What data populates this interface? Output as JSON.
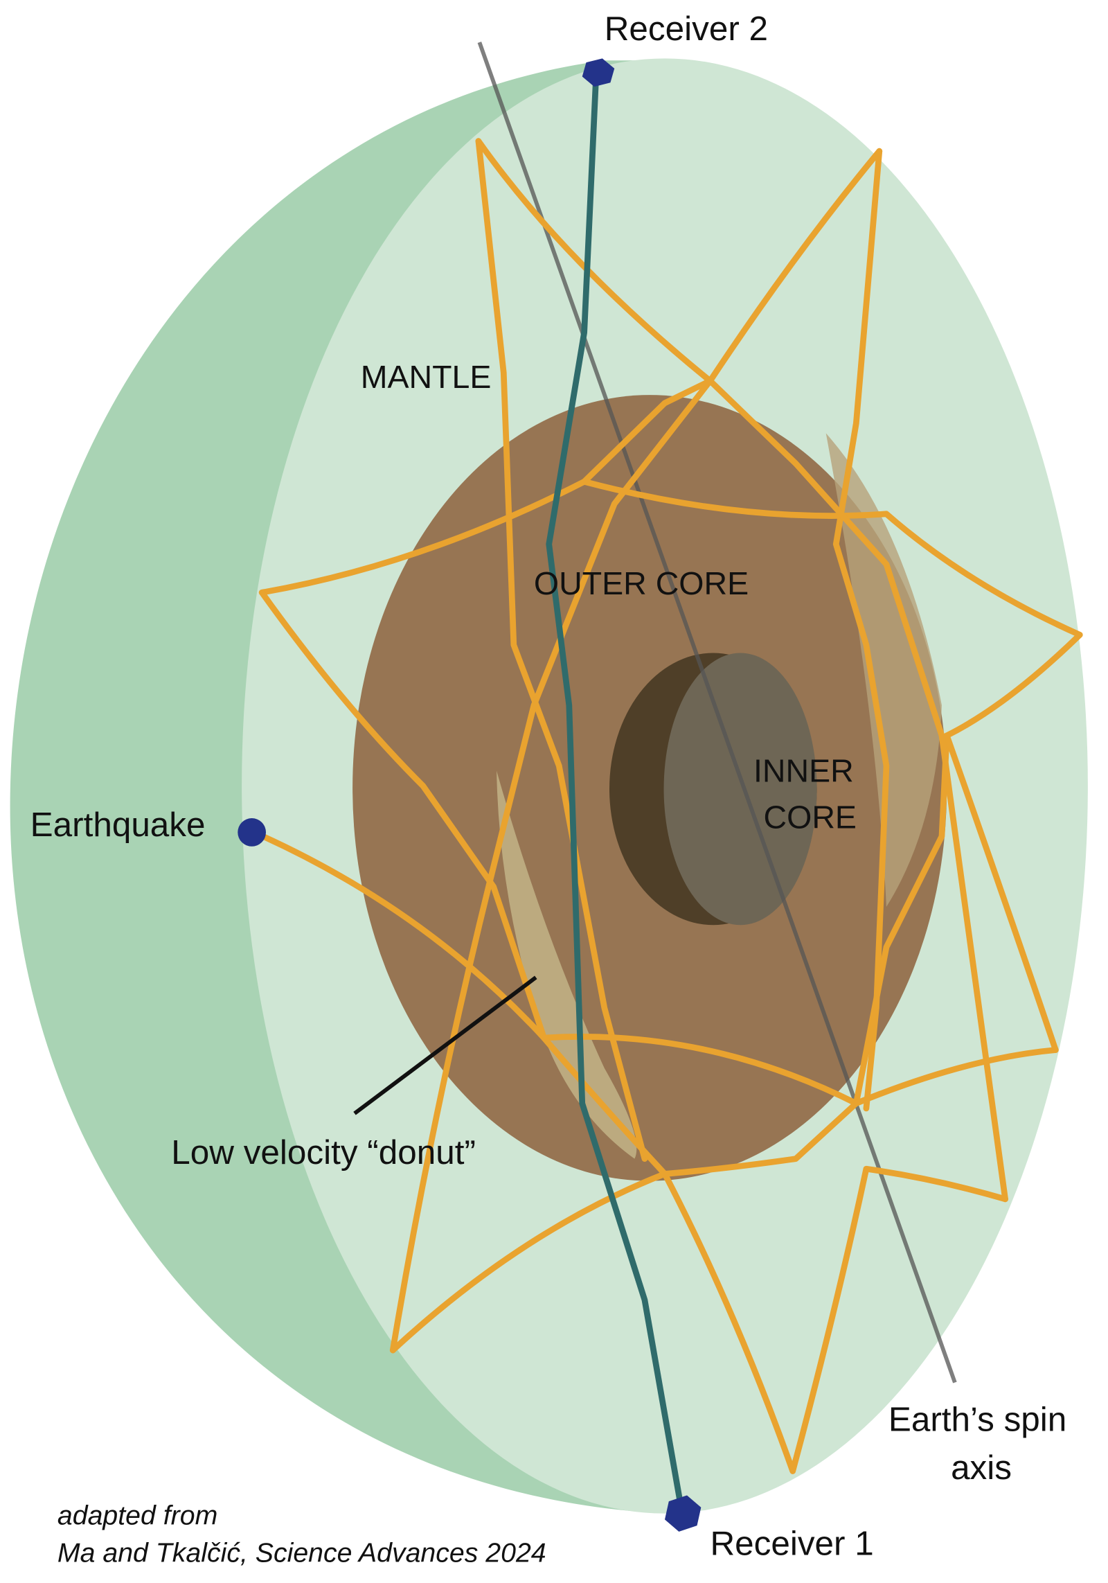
{
  "labels": {
    "receiver2": "Receiver 2",
    "receiver1": "Receiver 1",
    "mantle": "MANTLE",
    "outer_core": "OUTER CORE",
    "inner_core_line1": "INNER",
    "inner_core_line2": "CORE",
    "earthquake": "Earthquake",
    "donut": "Low velocity “donut”",
    "spin_axis_line1": "Earth’s spin",
    "spin_axis_line2": "axis"
  },
  "caption": {
    "line1": "adapted from",
    "line2": "Ma and Tkalčić, Science Advances 2024"
  },
  "colors": {
    "mantle_shell": "#a9d3b4",
    "mantle_face": "#cfe6d4",
    "outer_core": "#977553",
    "inner_core_dark": "#4f3f28",
    "inner_core_face": "#6e6655",
    "ray": "#e9a32f",
    "receiver_path": "#2f6b6b",
    "station": "#23338a",
    "spin_axis": "#555555"
  }
}
